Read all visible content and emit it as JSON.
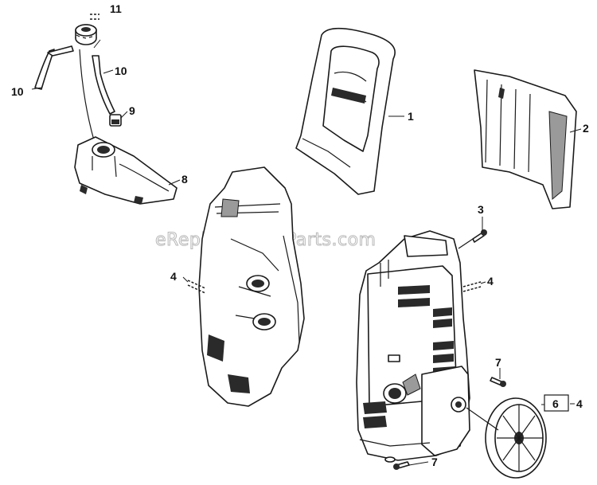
{
  "watermark": "eReplacementParts.com",
  "callouts": {
    "c11": "11",
    "c10a": "10",
    "c10b": "10",
    "c9": "9",
    "c8": "8",
    "c1": "1",
    "c2": "2",
    "c3": "3",
    "c4a": "4",
    "c4b": "4",
    "c7a": "7",
    "c6": "6",
    "c4c": "4",
    "c7b": "7"
  }
}
